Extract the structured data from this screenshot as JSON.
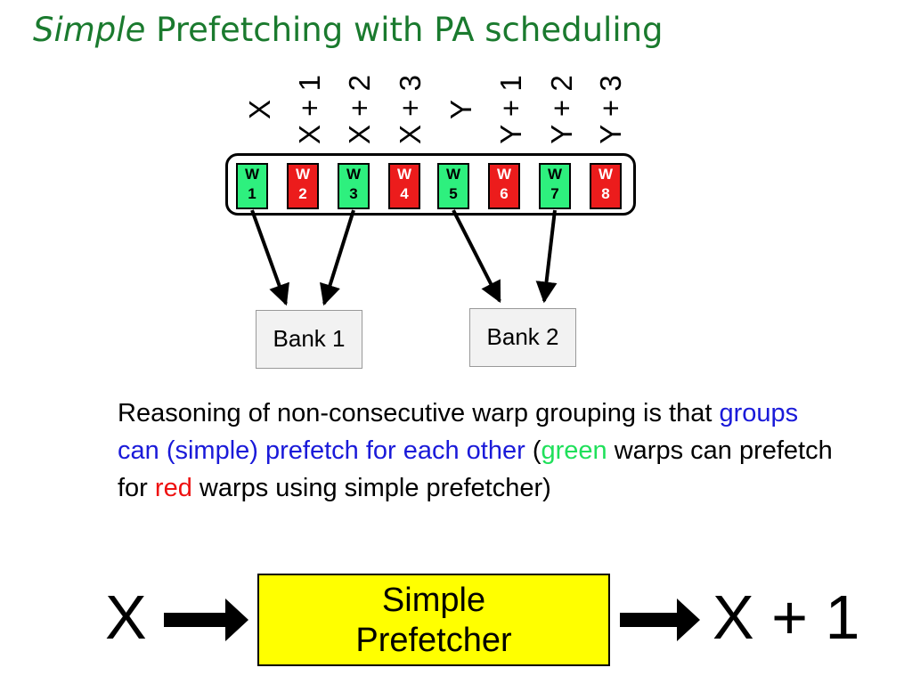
{
  "title": {
    "italic": "Simple",
    "rest": " Prefetching with PA scheduling"
  },
  "addresses": [
    "X",
    "X + 1",
    "X + 2",
    "X + 3",
    "Y",
    "Y + 1",
    "Y + 2",
    "Y + 3"
  ],
  "warps": [
    {
      "w": "W",
      "n": "1",
      "status": "green"
    },
    {
      "w": "W",
      "n": "2",
      "status": "red"
    },
    {
      "w": "W",
      "n": "3",
      "status": "green"
    },
    {
      "w": "W",
      "n": "4",
      "status": "red"
    },
    {
      "w": "W",
      "n": "5",
      "status": "green"
    },
    {
      "w": "W",
      "n": "6",
      "status": "red"
    },
    {
      "w": "W",
      "n": "7",
      "status": "green"
    },
    {
      "w": "W",
      "n": "8",
      "status": "red"
    }
  ],
  "banks": {
    "bank1": "Bank 1",
    "bank2": "Bank 2"
  },
  "reasoning": {
    "p1": "Reasoning of non-consecutive warp grouping is that ",
    "p2": "groups can (simple) prefetch for each other",
    "p3": " (",
    "p4": "green",
    "p5": " warps can prefetch for ",
    "p6": "red",
    "p7": " warps using simple prefetcher)"
  },
  "prefetch": {
    "input": "X",
    "line1": "Simple",
    "line2": "Prefetcher",
    "output": "X + 1"
  },
  "colors": {
    "title": "#1a7a2e",
    "green_warp": "#2ef07e",
    "red_warp": "#ec1c1c",
    "highlight_blue": "#1a1ad9",
    "prefetcher_fill": "#ffff00"
  }
}
